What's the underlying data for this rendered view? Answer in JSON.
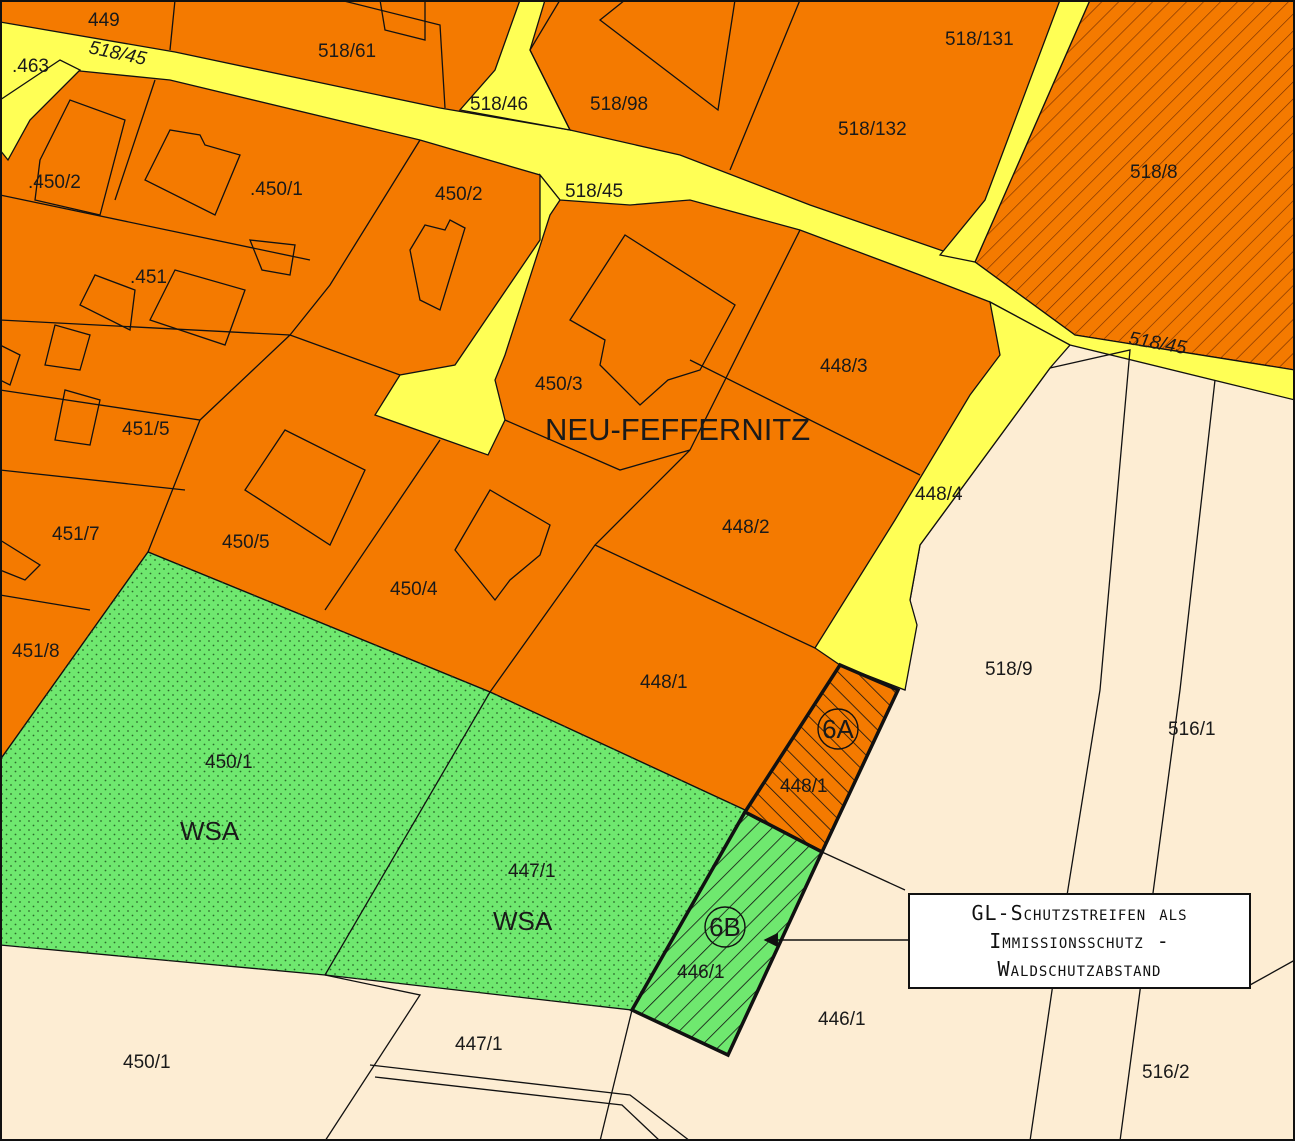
{
  "colors": {
    "building_land": "#f47a00",
    "road": "#ffff55",
    "forest": "#6fe86f",
    "agricultural": "#fdedd3",
    "outline": "#111111"
  },
  "map": {
    "place_name": "NEU-FEFFERNITZ",
    "zone_6a_label": "6A",
    "zone_6b_label": "6B",
    "wsa_labels": [
      "WSA",
      "WSA"
    ],
    "road_labels": [
      "518/45",
      "518/45",
      "518/45"
    ],
    "parcel_labels": [
      "449",
      ".463",
      "518/61",
      "518/46",
      "518/98",
      "518/131",
      "518/132",
      "518/8",
      ".450/2",
      ".450/1",
      "450/2",
      ".451",
      "450/3",
      "448/3",
      "451/5",
      "448/4",
      "448/2",
      "451/7",
      "450/5",
      "450/4",
      "451/8",
      "448/1",
      "518/9",
      "516/1",
      "450/1",
      "448/1",
      "447/1",
      "446/1",
      "446/1",
      "450/1",
      "447/1",
      "516/2"
    ]
  },
  "callout": {
    "lines": [
      "GL-Schutzstreifen als",
      "Immissionsschutz -",
      "Waldschutzabstand"
    ]
  }
}
